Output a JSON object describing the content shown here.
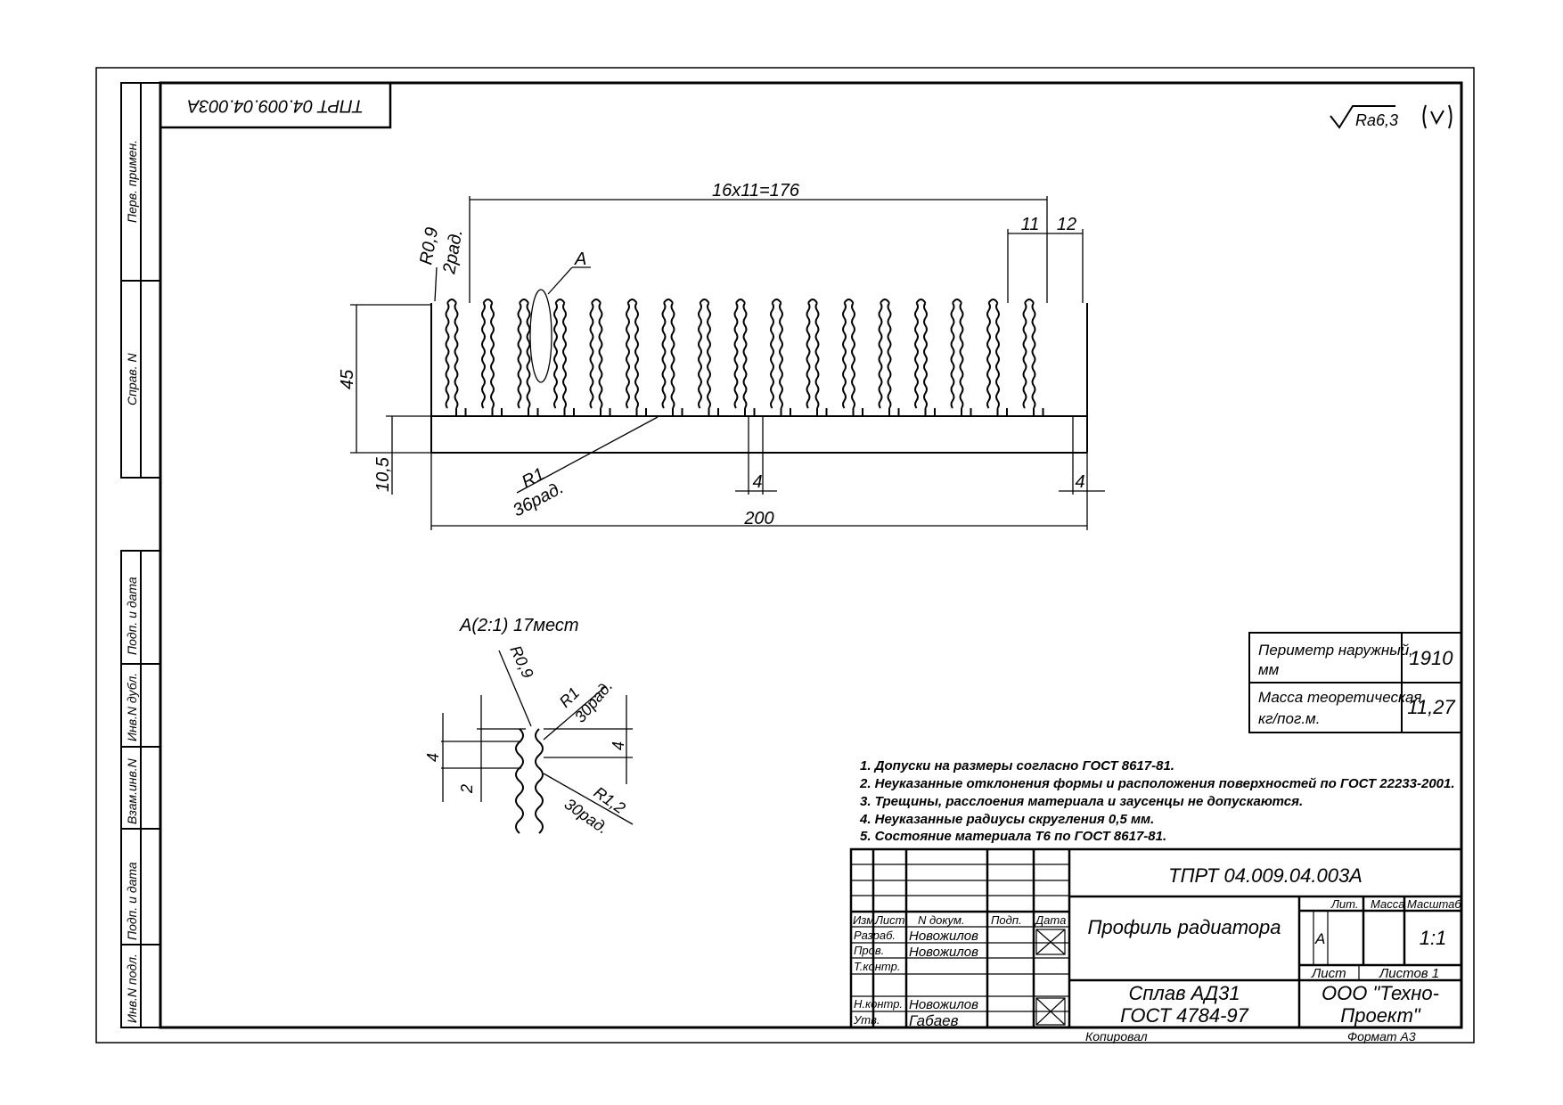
{
  "drawing_number": "ТПРТ 04.009.04.003А",
  "roughness": "Ra6,3",
  "side_labels": [
    "Перв. примен.",
    "Справ. N",
    "Подп. и дата",
    "Инв.N дубл.",
    "Взам.инв.N",
    "Подп. и дата",
    "Инв.N подл."
  ],
  "dims": {
    "pitch_total": "16x11=176",
    "gap11": "11",
    "gap12": "12",
    "r09": "R0,9",
    "rad2": "2рад.",
    "callout": "А",
    "h45": "45",
    "h105": "10,5",
    "r1": "R1",
    "rad36": "36рад.",
    "w4a": "4",
    "w4b": "4",
    "w200": "200"
  },
  "detail": {
    "title": "А(2:1) 17мест",
    "r09": "R0,9",
    "r1": "R1",
    "rad30a": "30рад.",
    "r12": "R1,2",
    "rad30b": "30рад.",
    "d4left": "4",
    "d2left": "2",
    "d4right": "4"
  },
  "props": {
    "perimeter_label_1": "Периметр наружный,",
    "perimeter_label_2": "мм",
    "perimeter_value": "1910",
    "mass_label_1": "Масса теоретическая,",
    "mass_label_2": "кг/пог.м.",
    "mass_value": "11,27"
  },
  "notes": [
    "1. Допуски на размеры согласно ГОСТ 8617-81.",
    "2. Неуказанные отклонения формы и расположения поверхностей по ГОСТ 22233-2001.",
    "3. Трещины, расслоения материала и заусенцы не допускаются.",
    "4. Неуказанные радиусы скругления 0,5 мм.",
    "5. Состояние материала Т6 по ГОСТ 8617-81."
  ],
  "title_block": {
    "number": "ТПРТ 04.009.04.003А",
    "name": "Профиль радиатора",
    "material_1": "Сплав АД31",
    "material_2": "ГОСТ 4784-97",
    "org_1": "ООО \"Техно-",
    "org_2": "Проект\"",
    "col_izm": "Изм.",
    "col_list": "Лист",
    "col_ndoc": "N докум.",
    "col_podp": "Подп.",
    "col_data": "Дата",
    "razrab": "Разраб.",
    "prov": "Пров.",
    "tkontr": "Т.контр.",
    "nkontr": "Н.контр.",
    "utv": "Утв.",
    "name_razrab": "Новожилов",
    "name_prov": "Новожилов",
    "name_nkontr": "Новожилов",
    "name_utv": "Габаев",
    "lit": "Лит.",
    "massa": "Масса",
    "masshtab": "Масштаб",
    "lit_value": "А",
    "scale_value": "1:1",
    "sheet": "Лист",
    "sheets": "Листов 1",
    "copied": "Копировал",
    "format": "Формат А3"
  }
}
